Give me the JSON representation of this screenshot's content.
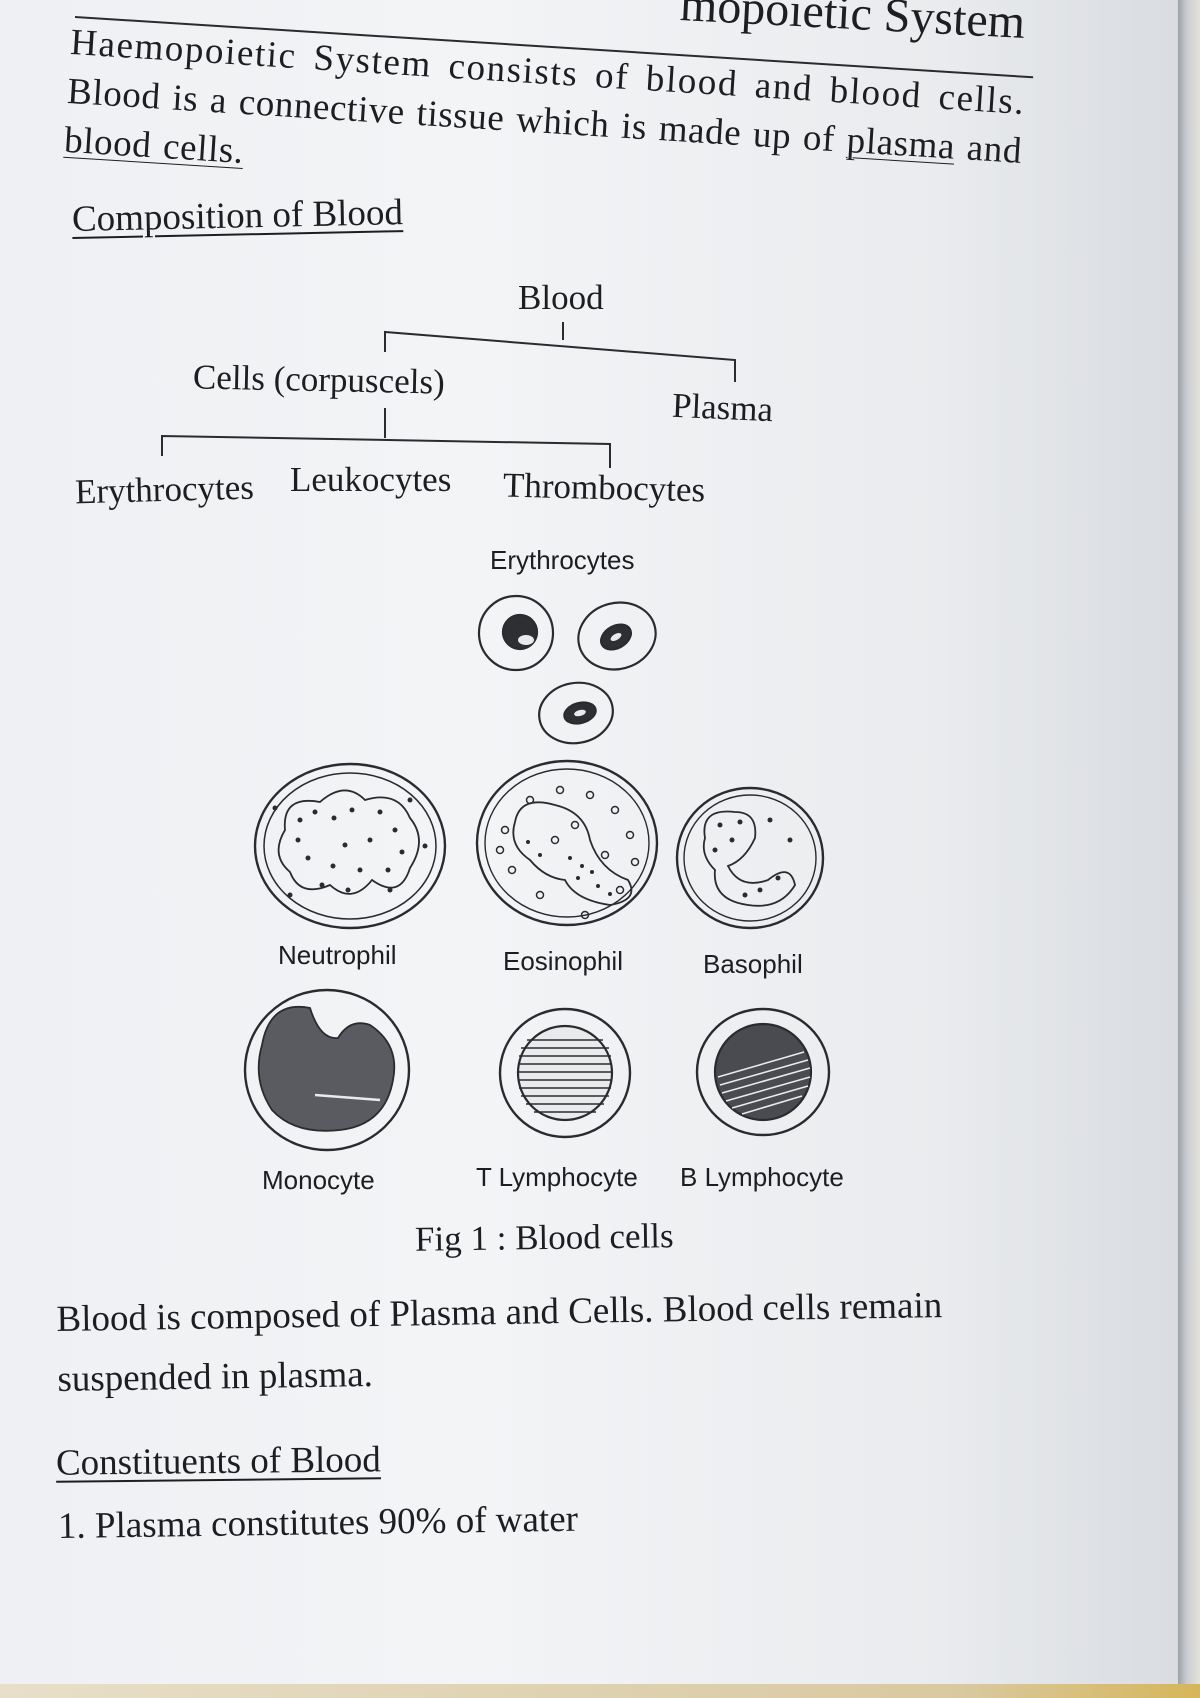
{
  "chapter": {
    "title_visible": "mopoietic System"
  },
  "intro": {
    "line1": "Haemopoietic System consists of blood and blood cells.",
    "line2_part1": "Blood is a connective tissue which is made up of ",
    "line2_plasma": "plasma",
    "line2_part2": " and",
    "line3": "blood cells."
  },
  "composition": {
    "heading": "Composition of Blood",
    "tree": {
      "root": "Blood",
      "cells": "Cells (corpuscels)",
      "plasma": "Plasma",
      "erythrocytes": "Erythrocytes",
      "leukocytes": "Leukocytes",
      "thrombocytes": "Thrombocytes"
    }
  },
  "figure": {
    "erythrocytes_label": "Erythrocytes",
    "neutrophil": "Neutrophil",
    "eosinophil": "Eosinophil",
    "basophil": "Basophil",
    "monocyte": "Monocyte",
    "t_lymphocyte": "T Lymphocyte",
    "b_lymphocyte": "B Lymphocyte",
    "caption": "Fig 1 : Blood cells"
  },
  "summary": {
    "line1": "Blood is composed of Plasma and Cells. Blood cells remain",
    "line2": "suspended in plasma."
  },
  "constituents": {
    "heading": "Constituents of Blood",
    "items": [
      "1. Plasma constitutes 90% of water"
    ]
  }
}
